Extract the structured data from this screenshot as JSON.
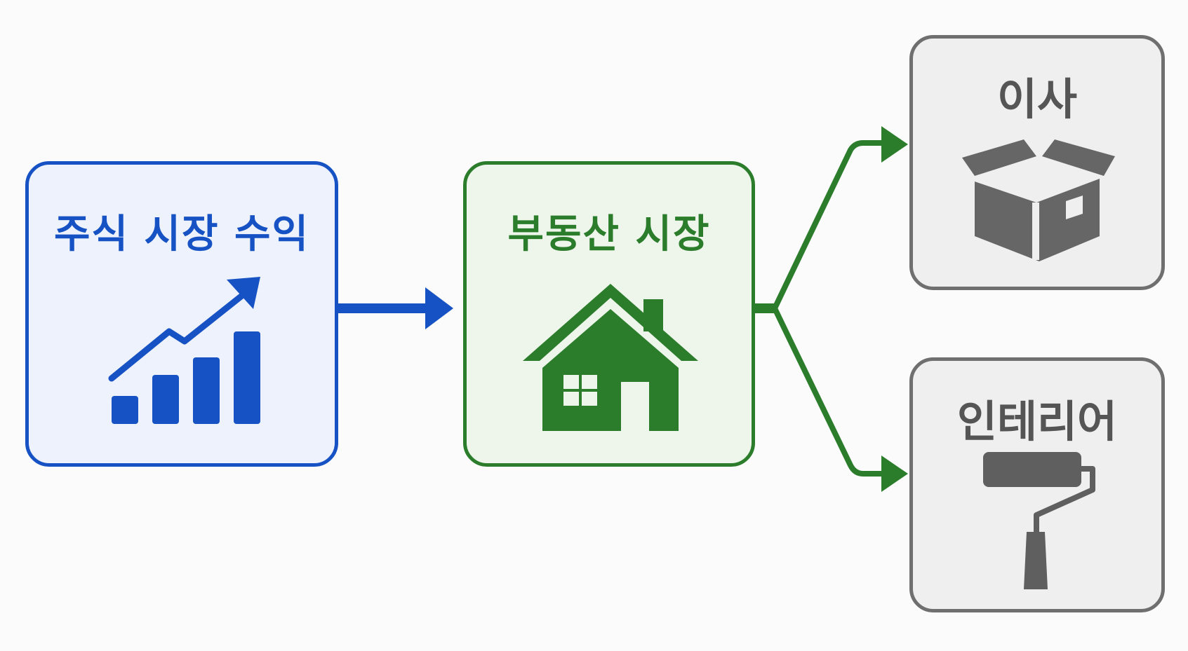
{
  "nodes": {
    "stock": {
      "label": "주식 시장 수익",
      "color": "#1652c4",
      "icon": "bar-chart-trend-icon"
    },
    "realestate": {
      "label": "부동산 시장",
      "color": "#2b7d2b",
      "icon": "house-icon"
    },
    "moving": {
      "label": "이사",
      "color": "#6f6f6f",
      "icon": "box-icon"
    },
    "interior": {
      "label": "인테리어",
      "color": "#6f6f6f",
      "icon": "paint-roller-icon"
    }
  },
  "edges": [
    {
      "from": "stock",
      "to": "realestate",
      "color": "#1652c4"
    },
    {
      "from": "realestate",
      "to": "moving",
      "color": "#2b7d2b"
    },
    {
      "from": "realestate",
      "to": "interior",
      "color": "#2b7d2b"
    }
  ]
}
